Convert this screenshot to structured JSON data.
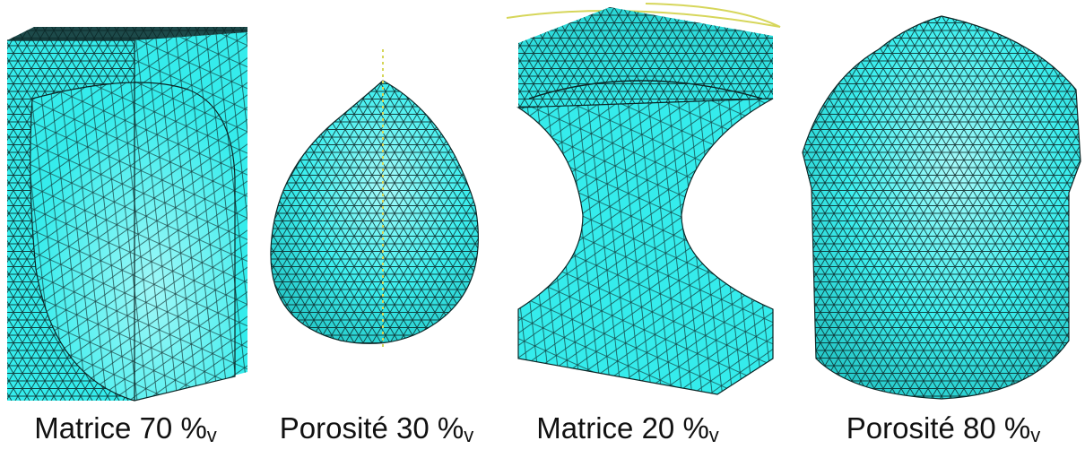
{
  "colors": {
    "mesh_fill": "#35ecec",
    "mesh_fill_light": "#8ff8f8",
    "mesh_fill_dark": "#20b9b9",
    "mesh_lines": "#0b2626",
    "axis_dots": "#d6d65a"
  },
  "panels": [
    {
      "name": "Matrice 70 %",
      "subscript": "v"
    },
    {
      "name": "Porosité 30 %",
      "subscript": "v"
    },
    {
      "name": "Matrice 20 %",
      "subscript": "v"
    },
    {
      "name": "Porosité 80 %",
      "subscript": "v"
    }
  ]
}
